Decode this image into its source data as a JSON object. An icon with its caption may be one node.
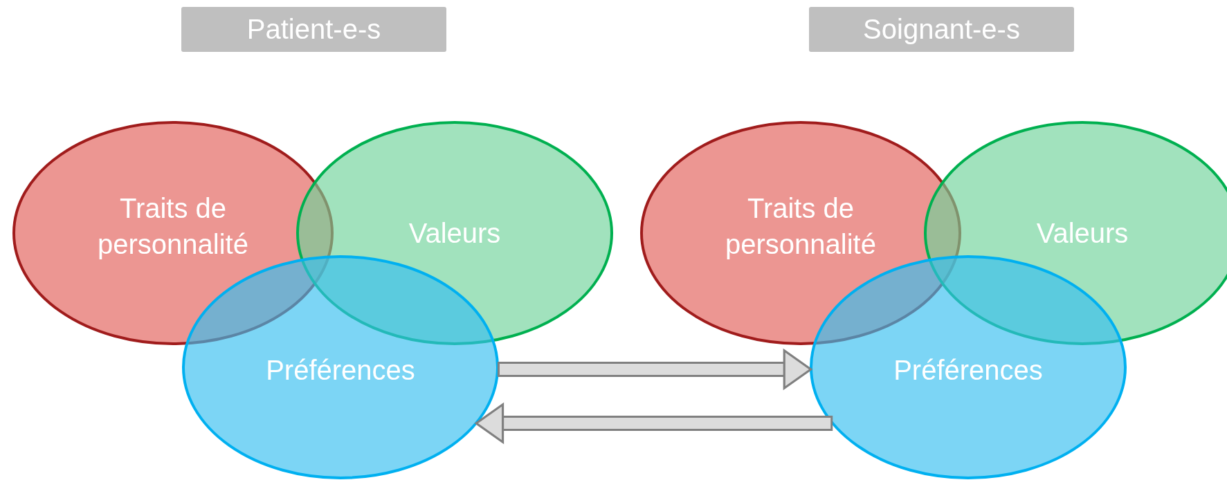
{
  "diagram": {
    "nodes": [
      {
        "text": [
          "Patient-e-s"
        ]
      },
      {
        "text": [
          "Traits de personnalité"
        ]
      },
      {
        "text": [
          "Valeurs"
        ]
      },
      {
        "text": [
          "Préférences"
        ]
      },
      {
        "text": [
          "Soignant-e-s"
        ]
      },
      {
        "text": [
          "Traits de personnalité"
        ]
      },
      {
        "text": [
          "Valeurs"
        ]
      },
      {
        "text": [
          "Préférences"
        ]
      }
    ],
    "edges": [
      {
        "from": 3,
        "to": 7,
        "arrow": "to"
      },
      {
        "from": 7,
        "to": 3,
        "arrow": "to"
      }
    ]
  }
}
